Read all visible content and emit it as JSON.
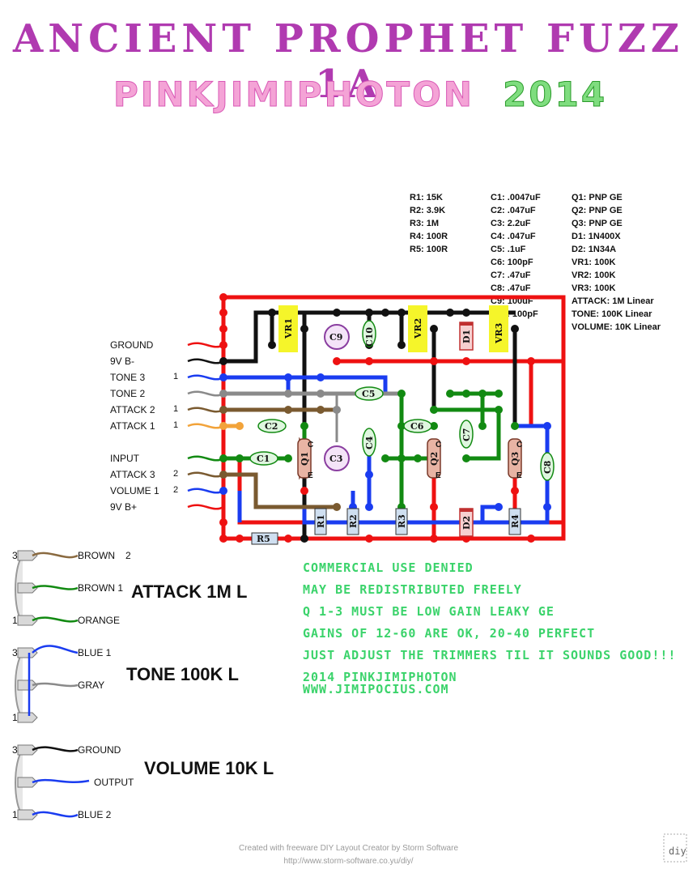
{
  "title": "ANCIENT PROPHET FUZZ 1A",
  "subtitle": {
    "name": "PINKJIMIPHOTON",
    "year": "2014"
  },
  "parts": {
    "resistors": [
      "R1: 15K",
      "R2: 3.9K",
      "R3: 1M",
      "R4: 100R",
      "R5: 100R"
    ],
    "capacitors": [
      "C1: .0047uF",
      "C2: .047uF",
      "C3: 2.2uF",
      "C4: .047uF",
      "C5: .1uF",
      "C6: 100pF",
      "C7: .47uF",
      "C8: .47uF",
      "C9: 100uF",
      "C10: 100pF"
    ],
    "semis": [
      "Q1: PNP GE",
      "Q2: PNP GE",
      "Q3: PNP GE",
      "D1: 1N400X",
      "D2: 1N34A",
      "VR1: 100K",
      "VR2: 100K",
      "VR3: 100K",
      "ATTACK: 1M Linear",
      "TONE: 100K Linear",
      "VOLUME: 10K Linear"
    ]
  },
  "offboard_labels": [
    "GROUND",
    "9V B-",
    "TONE 3",
    "TONE 2",
    "ATTACK 2",
    "ATTACK 1",
    "INPUT",
    "ATTACK 3",
    "VOLUME 1",
    "9V B+"
  ],
  "lug_numbers": [
    "1",
    "1",
    "1",
    "2",
    "2"
  ],
  "board_labels": {
    "c1": "C1",
    "c2": "C2",
    "c3": "C3",
    "c4": "C4",
    "c5": "C5",
    "c6": "C6",
    "c7": "C7",
    "c8": "C8",
    "c9": "C9",
    "c10": "C10",
    "r1": "R1",
    "r2": "R2",
    "r3": "R3",
    "r4": "R4",
    "r5": "R5",
    "vr1": "VR1",
    "vr2": "VR2",
    "vr3": "VR3",
    "d1": "D1",
    "d2": "D2",
    "q1": "Q1",
    "q2": "Q2",
    "q3": "Q3",
    "pin_c": "C",
    "pin_e": "E"
  },
  "pots": [
    {
      "name": "ATTACK 1M L",
      "lugs": [
        "3",
        "1"
      ],
      "wires": [
        "BROWN",
        "BROWN 1",
        "ORANGE"
      ],
      "extra": "2"
    },
    {
      "name": "TONE 100K L",
      "lugs": [
        "3",
        "1"
      ],
      "wires": [
        "BLUE 1",
        "GRAY"
      ]
    },
    {
      "name": "VOLUME 10K L",
      "lugs": [
        "3",
        "1"
      ],
      "wires": [
        "GROUND",
        "OUTPUT",
        "BLUE 2"
      ]
    }
  ],
  "notes": [
    "COMMERCIAL USE DENIED",
    "MAY BE REDISTRIBUTED FREELY",
    "Q 1-3 MUST BE LOW GAIN LEAKY GE",
    "GAINS OF 12-60 ARE OK, 20-40 PERFECT",
    "JUST ADJUST THE TRIMMERS TIL IT SOUNDS GOOD!!!",
    "2014 PINKJIMIPHOTON",
    "WWW.JIMIPOCIUS.COM"
  ],
  "footer": {
    "line1": "Created with freeware DIY Layout Creator by Storm Software",
    "line2": "http://www.storm-software.co.yu/diy/"
  },
  "colors": {
    "title": "#b03ab0",
    "red": "#ee1111",
    "black": "#111111",
    "blue": "#1a3cf0",
    "green": "#128a12",
    "brown": "#7a5a30",
    "gray": "#8a8a8a",
    "orange": "#f2a33a",
    "notes": "#3bd36b"
  }
}
